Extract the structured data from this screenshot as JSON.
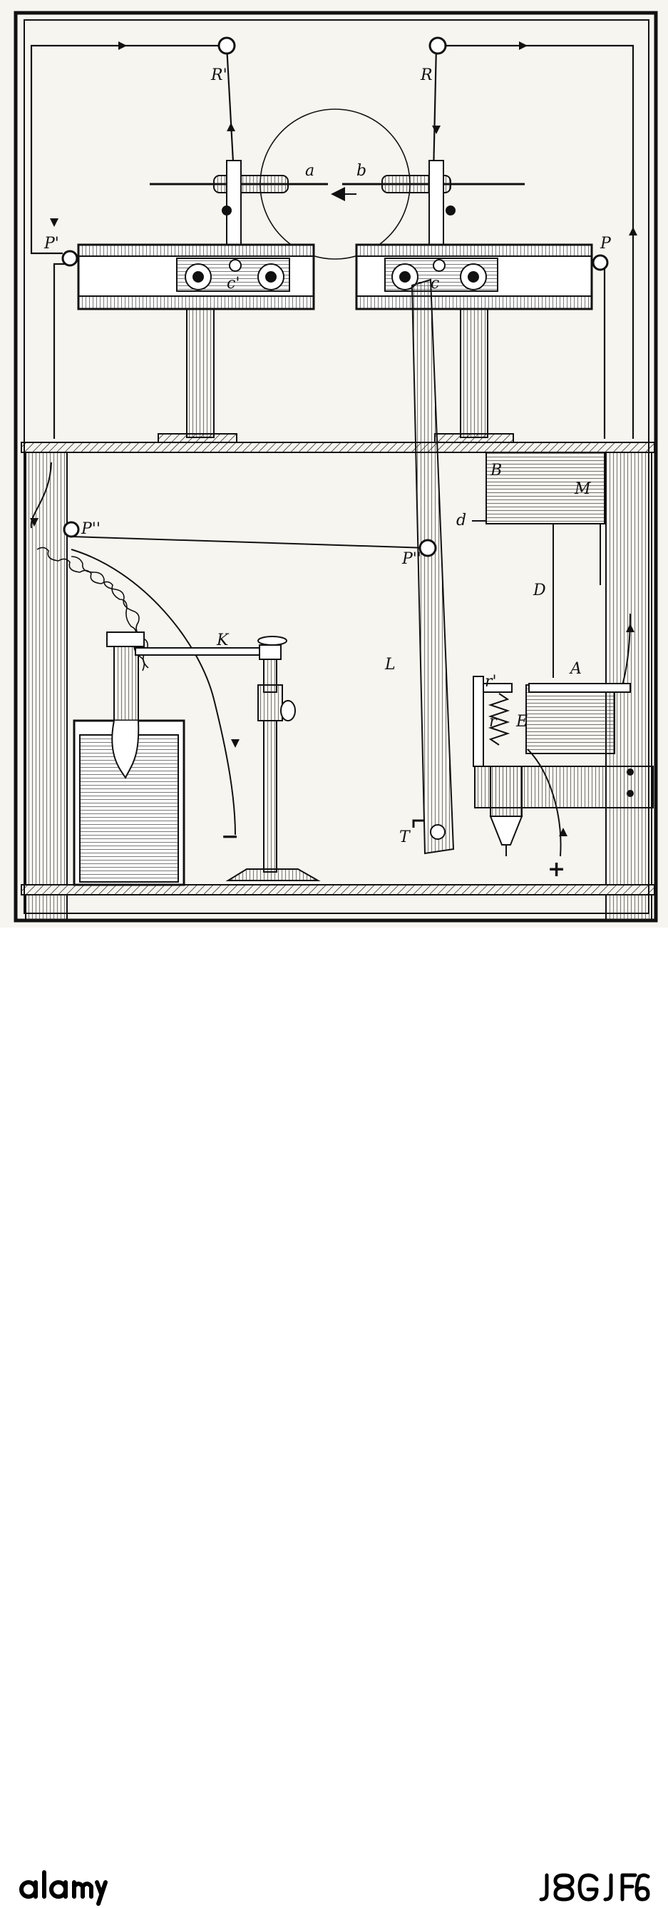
{
  "labels": {
    "R_prime": "R'",
    "R": "R",
    "a": "a",
    "b": "b",
    "P_prime": "P'",
    "P": "P",
    "c_prime": "c'",
    "c": "c",
    "B": "B",
    "M": "M",
    "d": "d",
    "P_dprime_left": "P''",
    "P_dprime_right": "P''",
    "D": "D",
    "K": "K",
    "L": "L",
    "r_prime": "r'",
    "A": "A",
    "r": "r",
    "E": "E",
    "T": "T",
    "minus": "−",
    "plus": "+"
  },
  "watermark": {
    "logo_text": "alamy",
    "image_id": "J8GJF6"
  },
  "colors": {
    "ink": "#111111",
    "paper": "#f7f5f0",
    "watermark": "#000000"
  }
}
